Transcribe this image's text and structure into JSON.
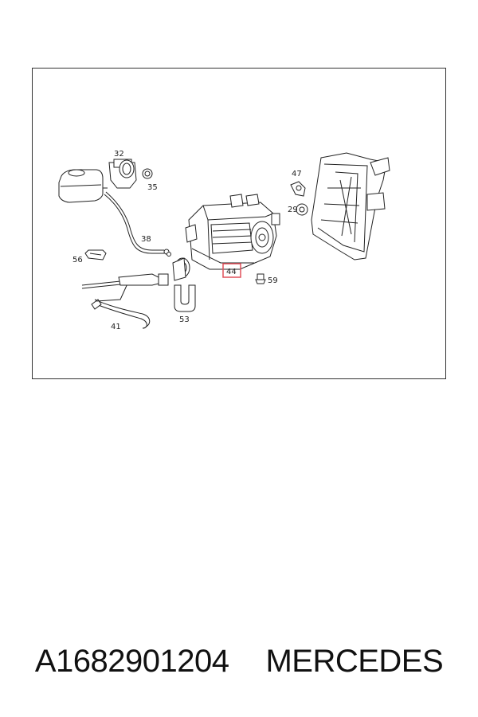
{
  "diagram": {
    "labels": {
      "p32": "32",
      "p35": "35",
      "p38": "38",
      "p56": "56",
      "p41": "41",
      "p53": "53",
      "p44": "44",
      "p59": "59",
      "p47": "47",
      "p29": "29"
    },
    "highlight_color": "#e0505a"
  },
  "caption": {
    "part_number": "A1682901204",
    "brand": "MERCEDES"
  }
}
